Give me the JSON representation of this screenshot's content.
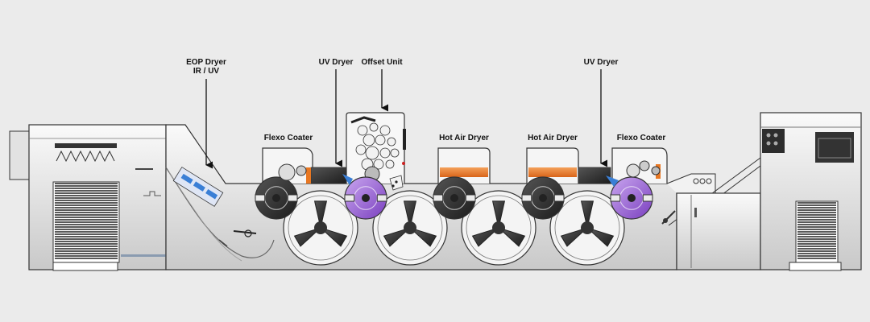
{
  "labels": {
    "eop_dryer": "EOP Dryer",
    "eop_dryer_sub": "IR / UV",
    "uv_dryer_1": "UV Dryer",
    "offset_unit": "Offset Unit",
    "uv_dryer_2": "UV Dryer",
    "flexo_coater_1": "Flexo Coater",
    "hot_air_dryer_1": "Hot Air Dryer",
    "hot_air_dryer_2": "Hot Air Dryer",
    "flexo_coater_2": "Flexo Coater"
  },
  "colors": {
    "background": "#ebebeb",
    "outline": "#333333",
    "body_top": "#fafafa",
    "body_bottom": "#c9c9c9",
    "dryer_band": "#e87722",
    "uv_cylinder": "#9b5fd6",
    "uv_lamp": "#3a7fd6"
  },
  "icons": [
    "pointer-arrow-icon",
    "cylinder-icon",
    "transfer-drum-icon",
    "sheet-pile-icon"
  ]
}
